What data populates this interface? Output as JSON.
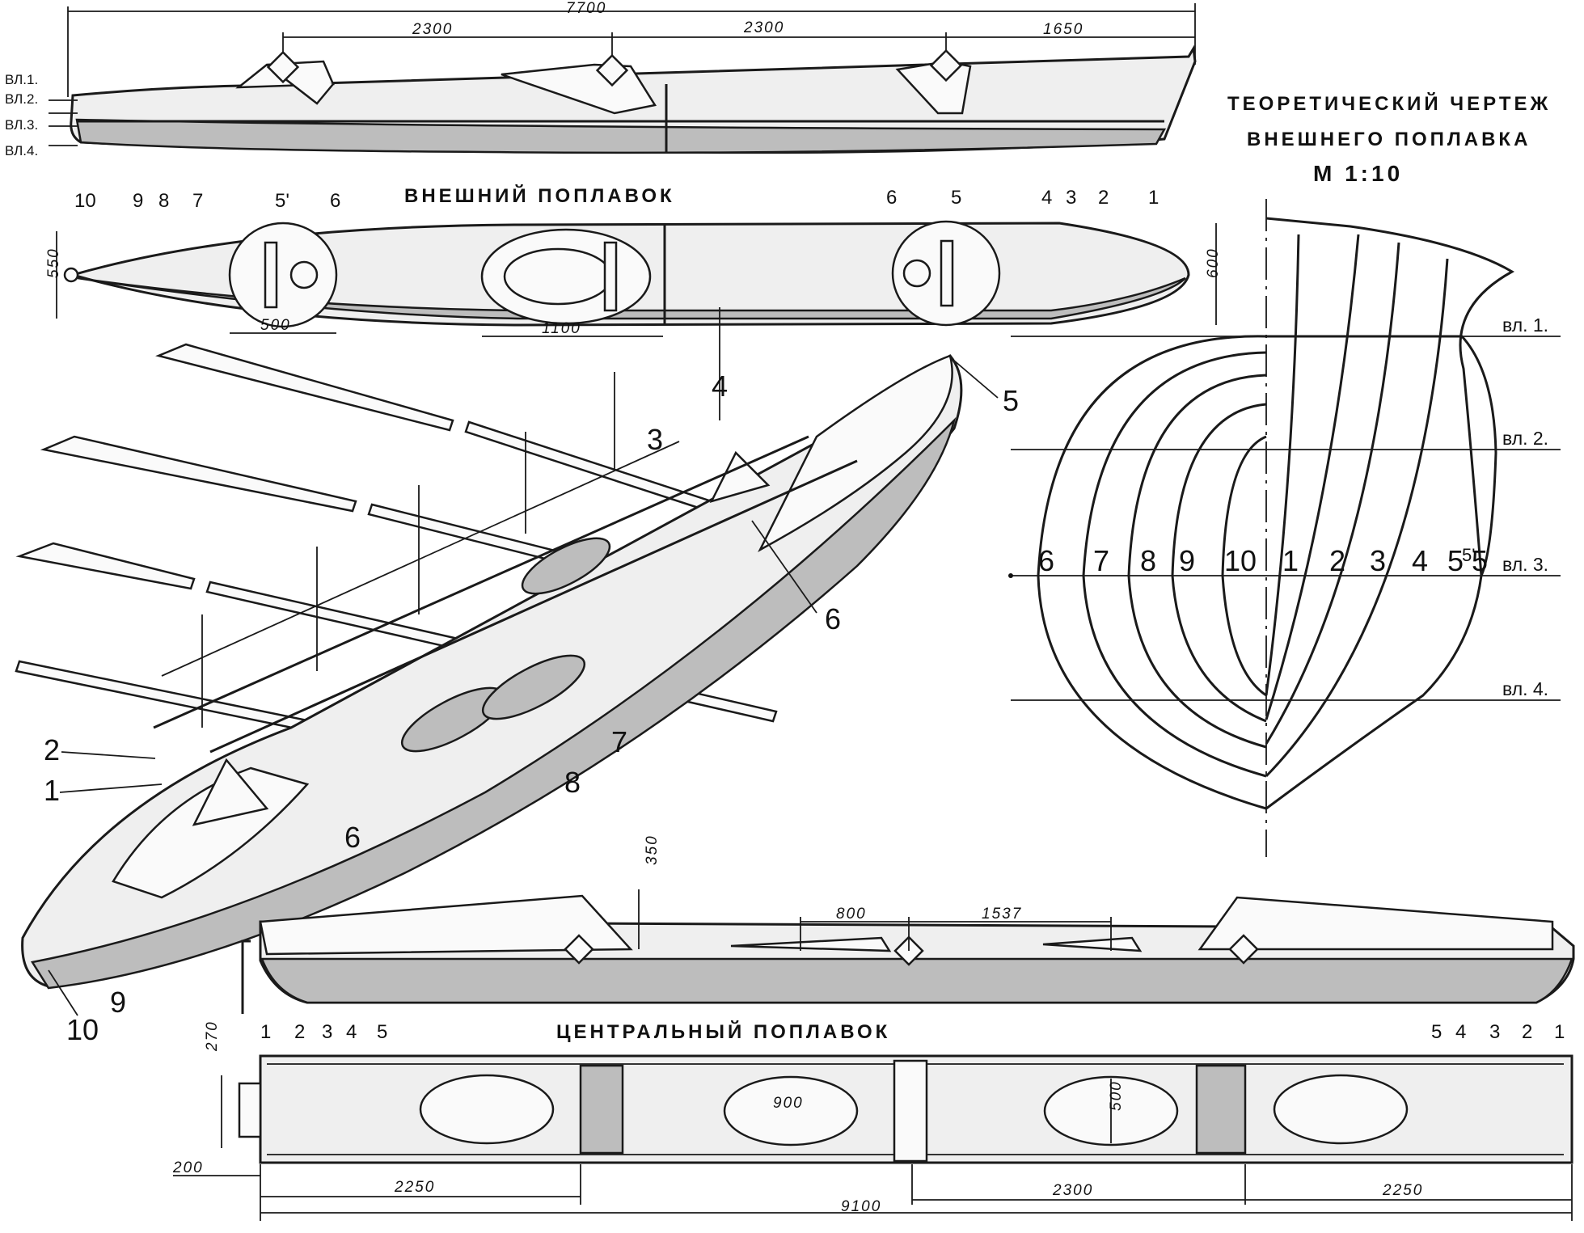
{
  "theory": {
    "title_line1": "ТЕОРЕТИЧЕСКИЙ ЧЕРТЕЖ",
    "title_line2": "ВНЕШНЕГО ПОПЛАВКА",
    "scale": "М 1:10",
    "waterlines": [
      "вл. 1.",
      "вл. 2.",
      "вл. 3.",
      "вл. 4."
    ],
    "frames_left": [
      "6",
      "7",
      "8",
      "9",
      "10"
    ],
    "frames_right": [
      "1",
      "2",
      "3",
      "4",
      "5",
      "5'",
      "5"
    ]
  },
  "outer_float": {
    "title": "ВНЕШНИЙ ПОПЛАВОК",
    "waterline_labels": [
      "ВЛ.1.",
      "ВЛ.2.",
      "ВЛ.3.",
      "ВЛ.4."
    ],
    "dims_side": {
      "total": "7700",
      "a": "2300",
      "b": "2300",
      "c": "1650"
    },
    "dims_plan": {
      "width_left": "550",
      "width_right": "600",
      "hatch": "500",
      "cockpit": "1100"
    },
    "frame_labels": [
      "10",
      "9",
      "8",
      "7",
      "5'",
      "6",
      "6",
      "5",
      "4",
      "3",
      "2",
      "1"
    ]
  },
  "perspective": {
    "labels": [
      "1",
      "2",
      "3",
      "4",
      "5",
      "6",
      "6",
      "7",
      "8",
      "9",
      "10"
    ]
  },
  "central_float": {
    "title": "ЦЕНТРАЛЬНЫЙ ПОПЛАВОК",
    "dims_side": {
      "height": "350",
      "a": "800",
      "b": "1537"
    },
    "frames_left": [
      "1",
      "2",
      "3",
      "4",
      "5"
    ],
    "frames_right": [
      "5",
      "4",
      "3",
      "2",
      "1"
    ],
    "dims_plan": {
      "h1": "270",
      "h2": "200",
      "hatch_len": "900",
      "hatch_w": "500",
      "left": "2250",
      "mid": "2300",
      "right": "2250",
      "total": "9100"
    }
  }
}
